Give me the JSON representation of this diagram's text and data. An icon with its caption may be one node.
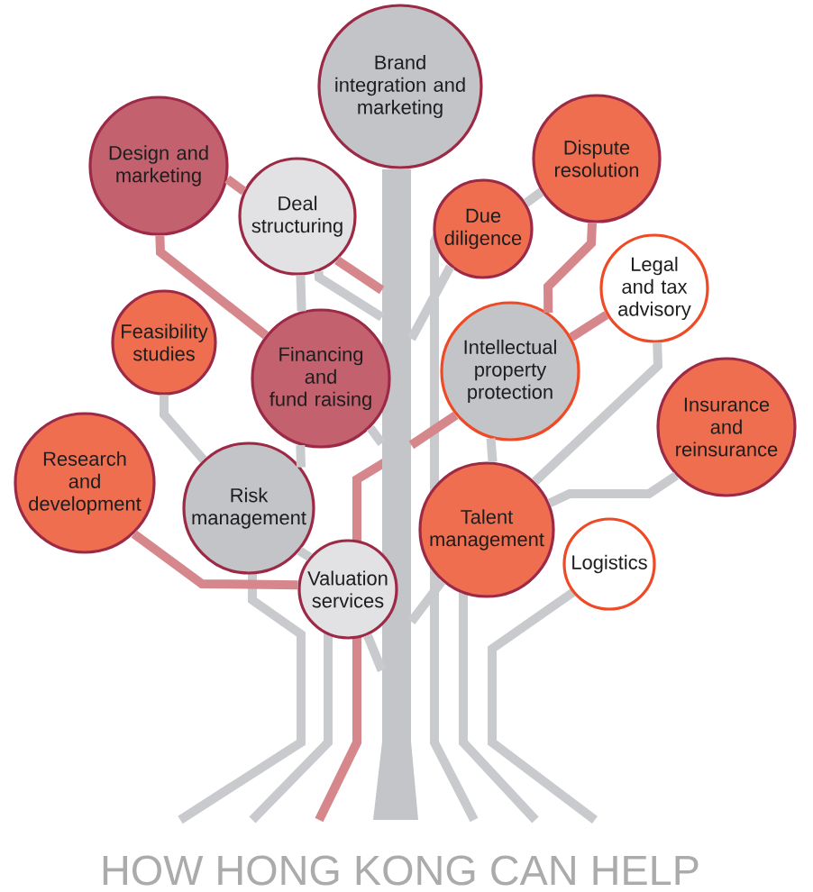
{
  "diagram": {
    "caption": "HOW HONG KONG CAN HELP",
    "nodes": [
      {
        "text": [
          "Brand integration and marketing"
        ]
      },
      {
        "text": [
          "Design and marketing"
        ]
      },
      {
        "text": [
          "Dispute resolution"
        ]
      },
      {
        "text": [
          "Deal structuring"
        ]
      },
      {
        "text": [
          "Due diligence"
        ]
      },
      {
        "text": [
          "Legal and tax advisory"
        ]
      },
      {
        "text": [
          "Feasibility studies"
        ]
      },
      {
        "text": [
          "Financing and fund raising"
        ]
      },
      {
        "text": [
          "Intellectual property protection"
        ]
      },
      {
        "text": [
          "Insurance and reinsurance"
        ]
      },
      {
        "text": [
          "Research and development"
        ]
      },
      {
        "text": [
          "Risk management"
        ]
      },
      {
        "text": [
          "Talent management"
        ]
      },
      {
        "text": [
          "Logistics"
        ]
      },
      {
        "text": [
          "Valuation services"
        ]
      },
      {
        "text": [],
        "shape": "bar"
      }
    ],
    "edges": [
      {
        "from": 1,
        "to": 3,
        "arrow": "none",
        "color": "#d5878c"
      },
      {
        "from": 1,
        "to": 7,
        "arrow": "none",
        "color": "#d5878c"
      },
      {
        "from": 3,
        "to": 7,
        "arrow": "none"
      },
      {
        "from": 2,
        "to": 4,
        "arrow": "none"
      },
      {
        "from": 2,
        "to": 8,
        "arrow": "none",
        "color": "#d5878c"
      },
      {
        "from": 8,
        "to": 5,
        "arrow": "none",
        "color": "#d5878c"
      },
      {
        "from": 6,
        "to": 11,
        "arrow": "none"
      },
      {
        "from": 7,
        "to": 11,
        "arrow": "none"
      },
      {
        "from": 10,
        "to": 14,
        "arrow": "none",
        "color": "#d5878c"
      },
      {
        "from": 11,
        "to": 14,
        "arrow": "none"
      },
      {
        "from": 5,
        "to": 12,
        "arrow": "none"
      },
      {
        "from": 9,
        "to": 12,
        "arrow": "none"
      },
      {
        "from": 8,
        "to": 12,
        "arrow": "none"
      },
      {
        "from": 3,
        "to": 15,
        "arrow": "none",
        "color": "#d5878c"
      },
      {
        "from": 3,
        "to": 15,
        "arrow": "none"
      },
      {
        "from": 7,
        "to": 15,
        "arrow": "none"
      },
      {
        "from": 14,
        "to": 15,
        "arrow": "none"
      },
      {
        "from": 4,
        "to": 15,
        "arrow": "none"
      },
      {
        "from": 12,
        "to": 15,
        "arrow": "none"
      },
      {
        "from": 8,
        "to": 15,
        "arrow": "none",
        "color": "#d5878c"
      }
    ]
  }
}
